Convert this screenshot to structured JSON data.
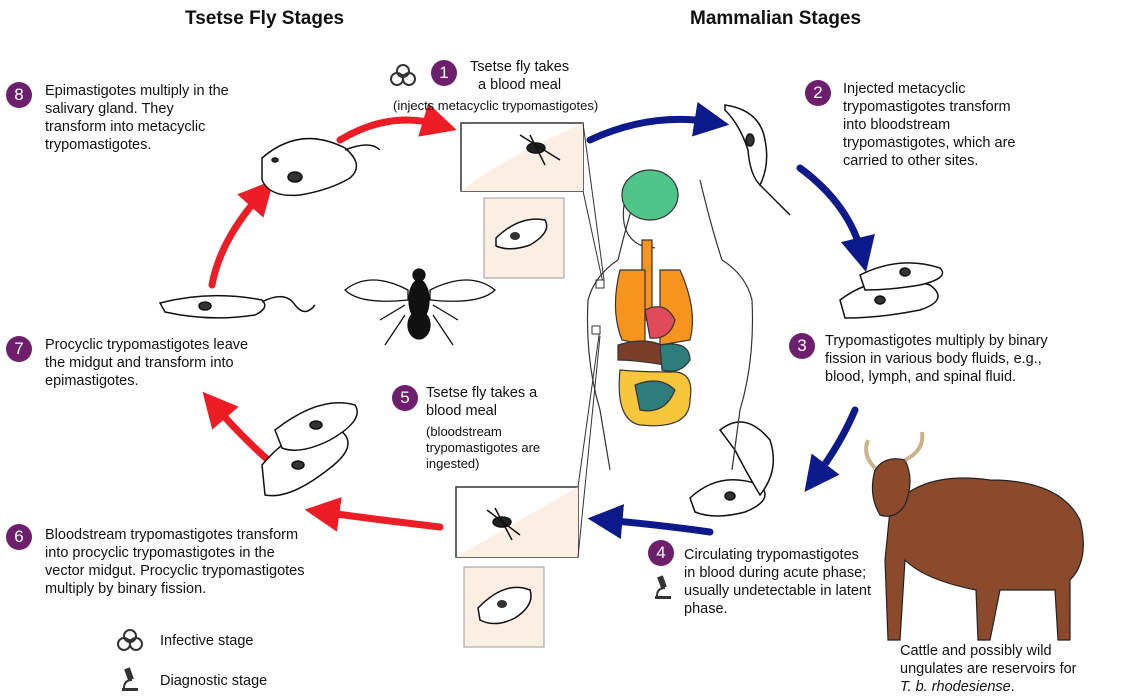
{
  "headings": {
    "fly": "Tsetse Fly Stages",
    "mammal": "Mammalian Stages"
  },
  "steps": [
    {
      "num": "1",
      "lines": [
        "Tsetse fly takes",
        "a blood meal"
      ],
      "sub": "(injects metacyclic trypomastigotes)"
    },
    {
      "num": "2",
      "lines": [
        "Injected metacyclic",
        "trypomastigotes transform",
        "into bloodstream",
        "trypomastigotes, which are",
        "carried to other sites."
      ]
    },
    {
      "num": "3",
      "lines": [
        "Trypomastigotes multiply by binary",
        "fission in various body fluids, e.g.,",
        "blood, lymph, and spinal fluid."
      ]
    },
    {
      "num": "4",
      "lines": [
        "Circulating trypomastigotes",
        "in blood during acute phase;",
        "usually undetectable in latent",
        "phase."
      ]
    },
    {
      "num": "5",
      "lines": [
        "Tsetse fly takes a",
        "blood meal"
      ],
      "sub_lines": [
        "(bloodstream",
        "trypomastigotes are",
        "ingested)"
      ]
    },
    {
      "num": "6",
      "lines": [
        "Bloodstream trypomastigotes transform",
        "into procyclic trypomastigotes in the",
        "vector midgut. Procyclic trypomastigotes",
        "multiply by binary fission."
      ]
    },
    {
      "num": "7",
      "lines": [
        "Procyclic trypomastigotes leave",
        "the midgut and transform into",
        "epimastigotes."
      ]
    },
    {
      "num": "8",
      "lines": [
        "Epimastigotes multiply in the",
        "salivary gland. They",
        "transform into metacyclic",
        "trypomastigotes."
      ]
    }
  ],
  "reservoir": {
    "lines": [
      "Cattle and possibly wild",
      "ungulates are reservoirs for"
    ],
    "species": "T. b. rhodesiense",
    "period": "."
  },
  "legend": {
    "infective": "Infective stage",
    "diagnostic": "Diagnostic stage"
  },
  "icons": [
    "biohazard-icon",
    "microscope-icon"
  ],
  "colors": {
    "badge": "#6d1f6e",
    "fly_arrow": "#ee1c25",
    "mammal_arrow": "#0d1a8c",
    "skin": "#fbeee3",
    "brain": "#4fc58a",
    "lungs": "#f7941d",
    "heart": "#e04a5a",
    "liver": "#7a3e2a",
    "stomach": "#2e7d7d",
    "intestine": "#f7c63a",
    "cattle": "#8b4a2b"
  }
}
